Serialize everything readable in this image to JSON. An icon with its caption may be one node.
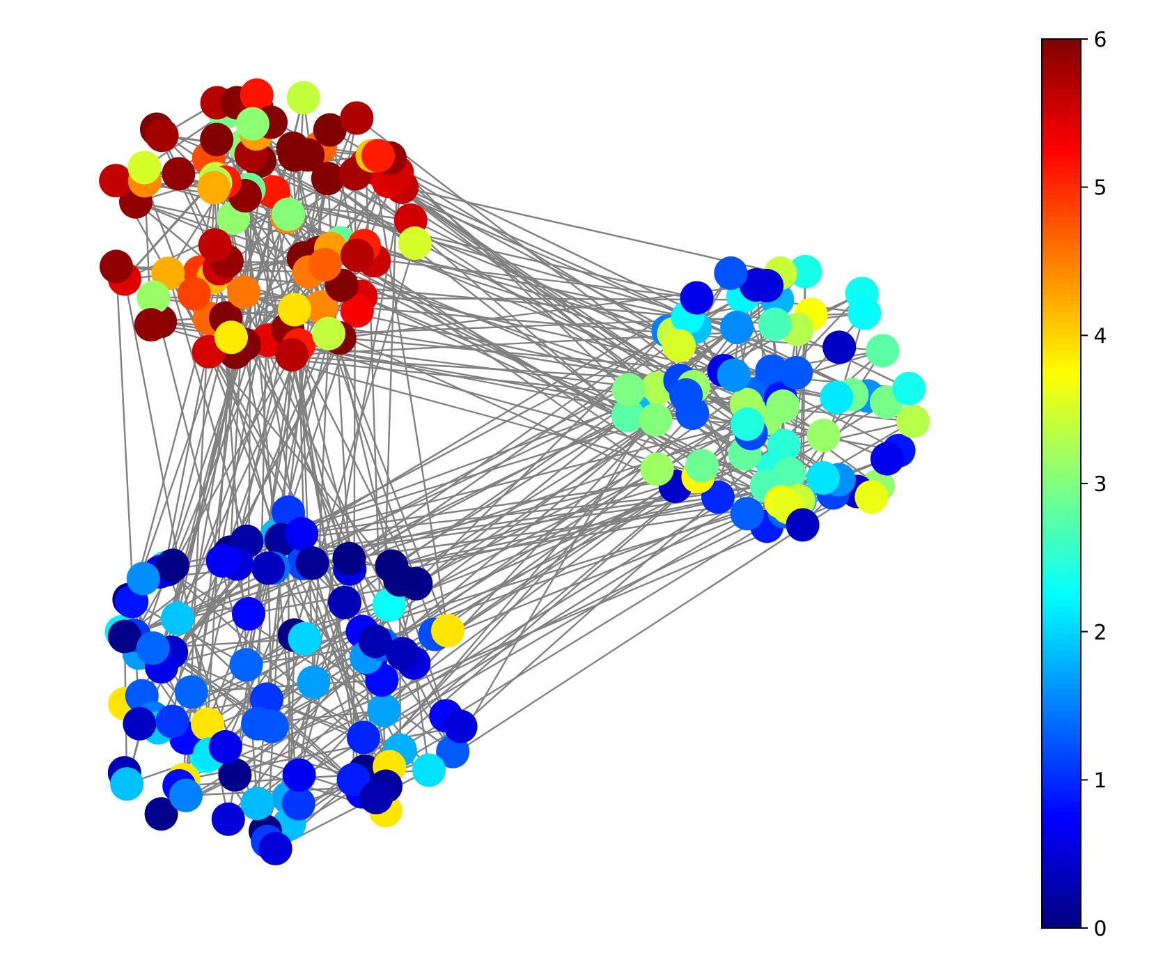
{
  "diagram": {
    "labels": [
      "0",
      "1",
      "2",
      "3",
      "4",
      "5",
      "6"
    ]
  }
}
